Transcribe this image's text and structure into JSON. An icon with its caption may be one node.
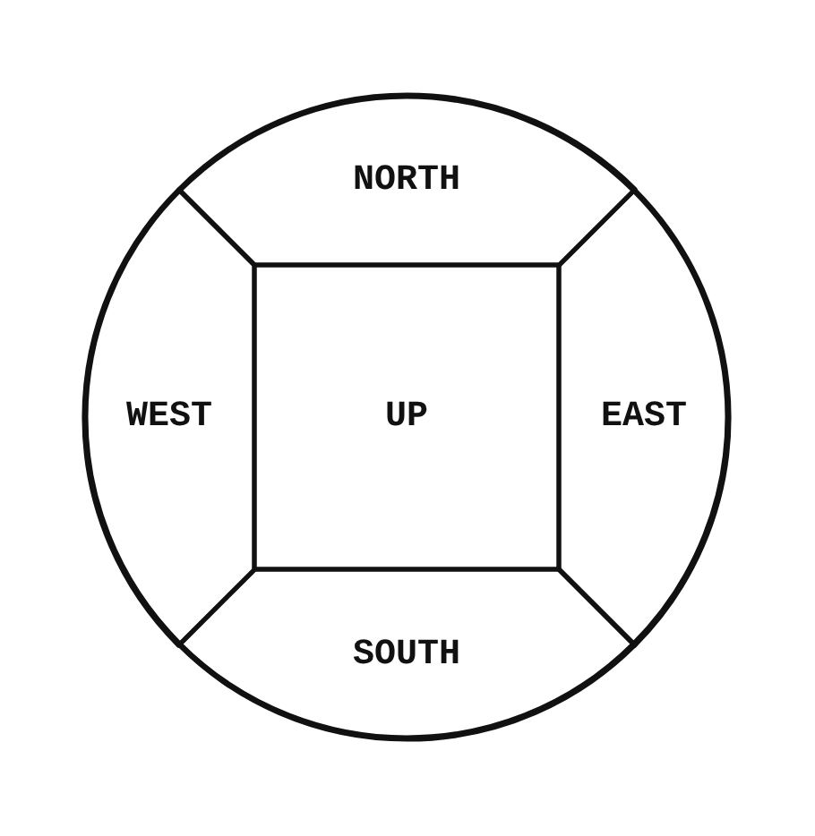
{
  "diagram": {
    "nodes": [
      {
        "text": [],
        "shape": "circle"
      },
      {
        "text": [
          "NORTH"
        ],
        "in": 0
      },
      {
        "text": [
          "WEST"
        ],
        "in": 0
      },
      {
        "text": [
          "UP"
        ],
        "in": 0
      },
      {
        "text": [
          "EAST"
        ],
        "in": 0
      },
      {
        "text": [
          "SOUTH"
        ],
        "in": 0
      }
    ]
  }
}
